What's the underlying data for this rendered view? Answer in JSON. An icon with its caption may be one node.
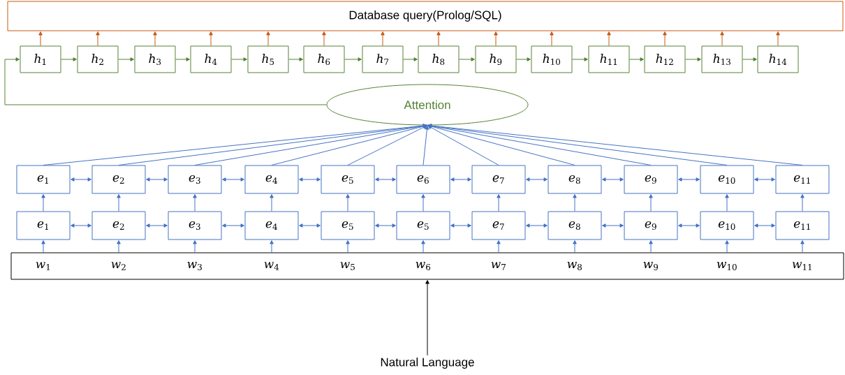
{
  "diagram": {
    "nodes": [
      {
        "text": [
          "Database query(Prolog/SQL)"
        ]
      },
      {
        "text": [
          "*h*$_{1}$"
        ]
      },
      {
        "text": [
          "*h*$_{2}$"
        ]
      },
      {
        "text": [
          "*h*$_{3}$"
        ]
      },
      {
        "text": [
          "*h*$_{4}$"
        ]
      },
      {
        "text": [
          "*h*$_{5}$"
        ]
      },
      {
        "text": [
          "*h*$_{6}$"
        ]
      },
      {
        "text": [
          "*h*$_{7}$"
        ]
      },
      {
        "text": [
          "*h*$_{8}$"
        ]
      },
      {
        "text": [
          "*h*$_{9}$"
        ]
      },
      {
        "text": [
          "*h*$_{10}$"
        ]
      },
      {
        "text": [
          "*h*$_{11}$"
        ]
      },
      {
        "text": [
          "*h*$_{12}$"
        ]
      },
      {
        "text": [
          "*h*$_{13}$"
        ]
      },
      {
        "text": [
          "*h*$_{14}$"
        ]
      },
      {
        "text": [
          "Attention"
        ]
      },
      {
        "text": [
          "*e*$_{1}$"
        ]
      },
      {
        "text": [
          "*e*$_{2}$"
        ]
      },
      {
        "text": [
          "*e*$_{3}$"
        ]
      },
      {
        "text": [
          "*e*$_{4}$"
        ]
      },
      {
        "text": [
          "*e*$_{5}$"
        ]
      },
      {
        "text": [
          "*e*$_{6}$"
        ]
      },
      {
        "text": [
          "*e*$_{7}$"
        ]
      },
      {
        "text": [
          "*e*$_{8}$"
        ]
      },
      {
        "text": [
          "*e*$_{9}$"
        ]
      },
      {
        "text": [
          "*e*$_{10}$"
        ]
      },
      {
        "text": [
          "*e*$_{11}$"
        ]
      },
      {
        "text": [
          "*e*$_{1}$"
        ]
      },
      {
        "text": [
          "*e*$_{2}$"
        ]
      },
      {
        "text": [
          "*e*$_{3}$"
        ]
      },
      {
        "text": [
          "*e*$_{4}$"
        ]
      },
      {
        "text": [
          "*e*$_{5}$"
        ]
      },
      {
        "text": [
          "*e*$_{5}$"
        ]
      },
      {
        "text": [
          "*e*$_{7}$"
        ]
      },
      {
        "text": [
          "*e*$_{8}$"
        ]
      },
      {
        "text": [
          "*e*$_{9}$"
        ]
      },
      {
        "text": [
          "*e*$_{10}$"
        ]
      },
      {
        "text": [
          "*e*$_{11}$"
        ]
      },
      {
        "text": [],
        "shape": "box"
      },
      {
        "text": [
          "*w*$_{1}$"
        ],
        "in": 38
      },
      {
        "text": [
          "*w*$_{2}$"
        ],
        "in": 38
      },
      {
        "text": [
          "*w*$_{3}$"
        ],
        "in": 38
      },
      {
        "text": [
          "*w*$_{4}$"
        ],
        "in": 38
      },
      {
        "text": [
          "*w*$_{5}$"
        ],
        "in": 38
      },
      {
        "text": [
          "*w*$_{6}$"
        ],
        "in": 38
      },
      {
        "text": [
          "*w*$_{7}$"
        ],
        "in": 38
      },
      {
        "text": [
          "*w*$_{8}$"
        ],
        "in": 38
      },
      {
        "text": [
          "*w*$_{9}$"
        ],
        "in": 38
      },
      {
        "text": [
          "*w*$_{10}$"
        ],
        "in": 38
      },
      {
        "text": [
          "*w*$_{11}$"
        ],
        "in": 38
      },
      {
        "text": [
          "Natural Language"
        ]
      }
    ],
    "edges": [
      {
        "from": 1,
        "to": 0,
        "arrow": "to",
        "color": "#c55a11"
      },
      {
        "from": 2,
        "to": 0,
        "arrow": "to",
        "color": "#c55a11"
      },
      {
        "from": 3,
        "to": 0,
        "arrow": "to",
        "color": "#c55a11"
      },
      {
        "from": 4,
        "to": 0,
        "arrow": "to",
        "color": "#c55a11"
      },
      {
        "from": 5,
        "to": 0,
        "arrow": "to",
        "color": "#c55a11"
      },
      {
        "from": 6,
        "to": 0,
        "arrow": "to",
        "color": "#c55a11"
      },
      {
        "from": 7,
        "to": 0,
        "arrow": "to",
        "color": "#c55a11"
      },
      {
        "from": 8,
        "to": 0,
        "arrow": "to",
        "color": "#c55a11"
      },
      {
        "from": 9,
        "to": 0,
        "arrow": "to",
        "color": "#c55a11"
      },
      {
        "from": 10,
        "to": 0,
        "arrow": "to",
        "color": "#c55a11"
      },
      {
        "from": 11,
        "to": 0,
        "arrow": "to",
        "color": "#c55a11"
      },
      {
        "from": 12,
        "to": 0,
        "arrow": "to",
        "color": "#c55a11"
      },
      {
        "from": 13,
        "to": 0,
        "arrow": "to",
        "color": "#c55a11"
      },
      {
        "from": 14,
        "to": 0,
        "arrow": "to",
        "color": "#c55a11"
      },
      {
        "from": 1,
        "to": 2,
        "arrow": "to",
        "color": "#548235"
      },
      {
        "from": 2,
        "to": 3,
        "arrow": "to",
        "color": "#548235"
      },
      {
        "from": 3,
        "to": 4,
        "arrow": "to",
        "color": "#548235"
      },
      {
        "from": 4,
        "to": 5,
        "arrow": "to",
        "color": "#548235"
      },
      {
        "from": 5,
        "to": 6,
        "arrow": "to",
        "color": "#548235"
      },
      {
        "from": 6,
        "to": 7,
        "arrow": "to",
        "color": "#548235"
      },
      {
        "from": 7,
        "to": 8,
        "arrow": "to",
        "color": "#548235"
      },
      {
        "from": 8,
        "to": 9,
        "arrow": "to",
        "color": "#548235"
      },
      {
        "from": 9,
        "to": 10,
        "arrow": "to",
        "color": "#548235"
      },
      {
        "from": 10,
        "to": 11,
        "arrow": "to",
        "color": "#548235"
      },
      {
        "from": 11,
        "to": 12,
        "arrow": "to",
        "color": "#548235"
      },
      {
        "from": 12,
        "to": 13,
        "arrow": "to",
        "color": "#548235"
      },
      {
        "from": 13,
        "to": 14,
        "arrow": "to",
        "color": "#548235"
      },
      {
        "from": 15,
        "to": 1,
        "arrow": "to",
        "color": "#548235"
      },
      {
        "from": 16,
        "to": 15,
        "arrow": "to"
      },
      {
        "from": 17,
        "to": 15,
        "arrow": "to"
      },
      {
        "from": 18,
        "to": 15,
        "arrow": "to"
      },
      {
        "from": 19,
        "to": 15,
        "arrow": "to"
      },
      {
        "from": 20,
        "to": 15,
        "arrow": "to"
      },
      {
        "from": 21,
        "to": 15,
        "arrow": "to"
      },
      {
        "from": 22,
        "to": 15,
        "arrow": "to"
      },
      {
        "from": 23,
        "to": 15,
        "arrow": "to"
      },
      {
        "from": 24,
        "to": 15,
        "arrow": "to"
      },
      {
        "from": 25,
        "to": 15,
        "arrow": "to"
      },
      {
        "from": 26,
        "to": 15,
        "arrow": "to"
      },
      {
        "from": 16,
        "to": 17,
        "arrow": "both"
      },
      {
        "from": 17,
        "to": 18,
        "arrow": "both"
      },
      {
        "from": 18,
        "to": 19,
        "arrow": "both"
      },
      {
        "from": 19,
        "to": 20,
        "arrow": "both"
      },
      {
        "from": 20,
        "to": 21,
        "arrow": "both"
      },
      {
        "from": 21,
        "to": 22,
        "arrow": "both"
      },
      {
        "from": 22,
        "to": 23,
        "arrow": "both"
      },
      {
        "from": 23,
        "to": 24,
        "arrow": "both"
      },
      {
        "from": 24,
        "to": 25,
        "arrow": "both"
      },
      {
        "from": 25,
        "to": 26,
        "arrow": "both"
      },
      {
        "from": 27,
        "to": 28,
        "arrow": "both"
      },
      {
        "from": 28,
        "to": 29,
        "arrow": "both"
      },
      {
        "from": 29,
        "to": 30,
        "arrow": "both"
      },
      {
        "from": 30,
        "to": 31,
        "arrow": "both"
      },
      {
        "from": 31,
        "to": 32,
        "arrow": "both"
      },
      {
        "from": 32,
        "to": 33,
        "arrow": "both"
      },
      {
        "from": 33,
        "to": 34,
        "arrow": "both"
      },
      {
        "from": 34,
        "to": 35,
        "arrow": "both"
      },
      {
        "from": 35,
        "to": 36,
        "arrow": "both"
      },
      {
        "from": 36,
        "to": 37,
        "arrow": "both"
      },
      {
        "from": 27,
        "to": 16,
        "arrow": "to"
      },
      {
        "from": 28,
        "to": 17,
        "arrow": "to"
      },
      {
        "from": 29,
        "to": 18,
        "arrow": "to"
      },
      {
        "from": 30,
        "to": 19,
        "arrow": "to"
      },
      {
        "from": 31,
        "to": 20,
        "arrow": "to"
      },
      {
        "from": 32,
        "to": 21,
        "arrow": "to"
      },
      {
        "from": 33,
        "to": 22,
        "arrow": "to"
      },
      {
        "from": 34,
        "to": 23,
        "arrow": "to"
      },
      {
        "from": 35,
        "to": 24,
        "arrow": "to"
      },
      {
        "from": 36,
        "to": 25,
        "arrow": "to"
      },
      {
        "from": 37,
        "to": 26,
        "arrow": "to"
      },
      {
        "from": 39,
        "to": 27,
        "arrow": "to"
      },
      {
        "from": 40,
        "to": 28,
        "arrow": "to"
      },
      {
        "from": 41,
        "to": 29,
        "arrow": "to"
      },
      {
        "from": 42,
        "to": 30,
        "arrow": "to"
      },
      {
        "from": 43,
        "to": 31,
        "arrow": "to"
      },
      {
        "from": 44,
        "to": 32,
        "arrow": "to"
      },
      {
        "from": 45,
        "to": 33,
        "arrow": "to"
      },
      {
        "from": 46,
        "to": 34,
        "arrow": "to"
      },
      {
        "from": 47,
        "to": 35,
        "arrow": "to"
      },
      {
        "from": 48,
        "to": 36,
        "arrow": "to"
      },
      {
        "from": 49,
        "to": 37,
        "arrow": "to"
      },
      {
        "from": 50,
        "to": 38,
        "arrow": "to",
        "color": "#000000"
      }
    ]
  }
}
